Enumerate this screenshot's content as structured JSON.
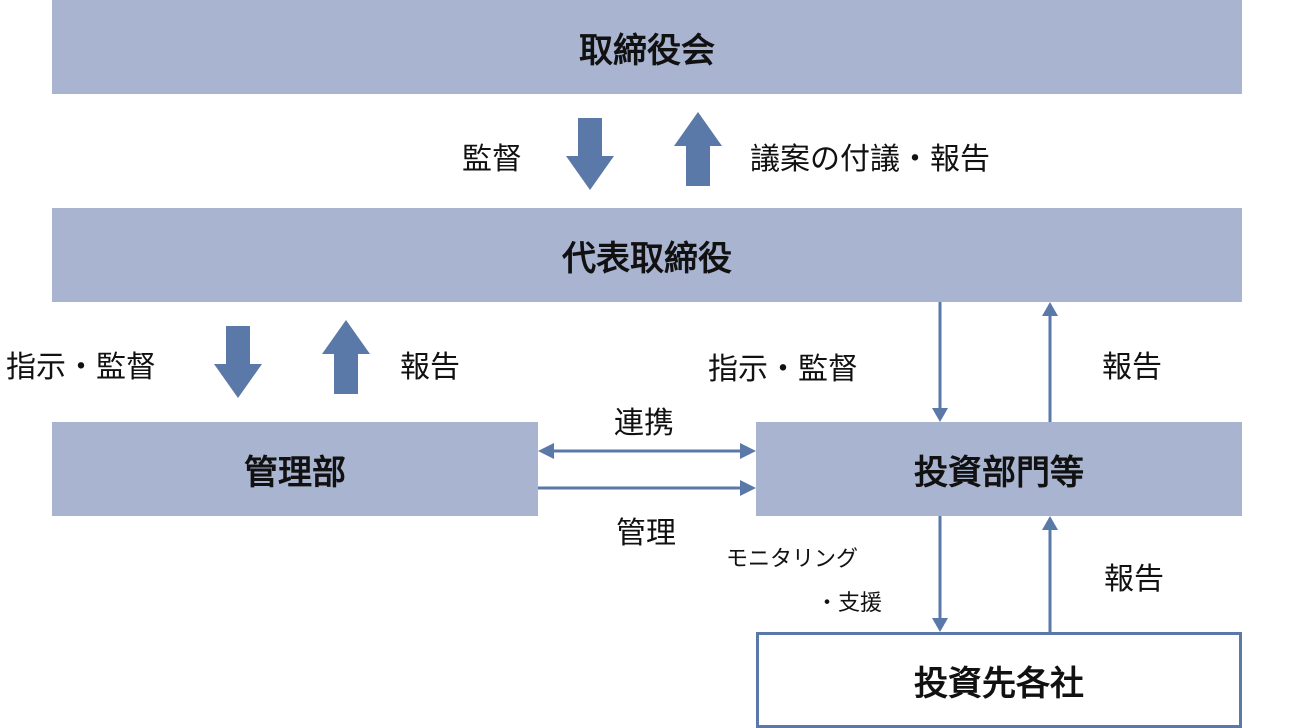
{
  "boxes": {
    "board": "取締役会",
    "ceo": "代表取締役",
    "admin": "管理部",
    "investment": "投資部門等",
    "portfolio": "投資先各社"
  },
  "labels": {
    "supervise": "監督",
    "proposal_report": "議案の付議・報告",
    "instruct_left": "指示・監督",
    "report_left": "報告",
    "instruct_right": "指示・監督",
    "report_right": "報告",
    "coordination": "連携",
    "management": "管理",
    "monitoring_line1": "モニタリング",
    "monitoring_line2": "・支援",
    "report_bottom": "報告"
  },
  "colors": {
    "box_fill": "#a9b4d1",
    "arrow": "#5a79a8"
  }
}
